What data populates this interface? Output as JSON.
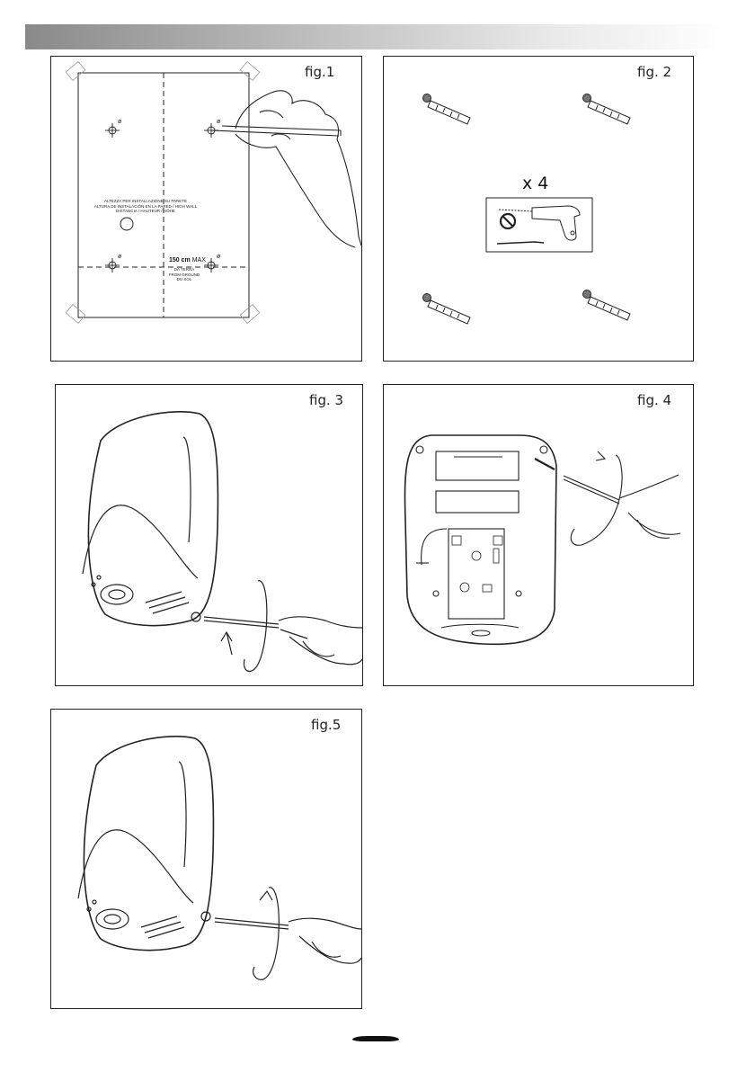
{
  "figures": {
    "fig1": {
      "label": "fig.1",
      "template_text": [
        "ALTEZZA PER INSTALLAZIONE SU PARETE",
        "ALTURA DE INSTALACIÓN EN LA PARED / HIGH WALL",
        "DISTANCIA / HAUTEUR / HÖHE"
      ],
      "measure": {
        "value": "150 cm",
        "suffix": "MAX"
      },
      "floor_text": [
        "DA TERRA",
        "FROM GROUND",
        "DU SOL"
      ],
      "hole_marks": [
        "ø",
        "ø",
        "ø",
        "ø"
      ]
    },
    "fig2": {
      "label": "fig. 2",
      "multiplier": "x 4"
    },
    "fig3": {
      "label": "fig. 3"
    },
    "fig4": {
      "label": "fig. 4"
    },
    "fig5": {
      "label": "fig.5"
    }
  },
  "colors": {
    "line": "#222222",
    "plug_tip": "#777777",
    "header_gradient_start": "#8a8a8a"
  }
}
